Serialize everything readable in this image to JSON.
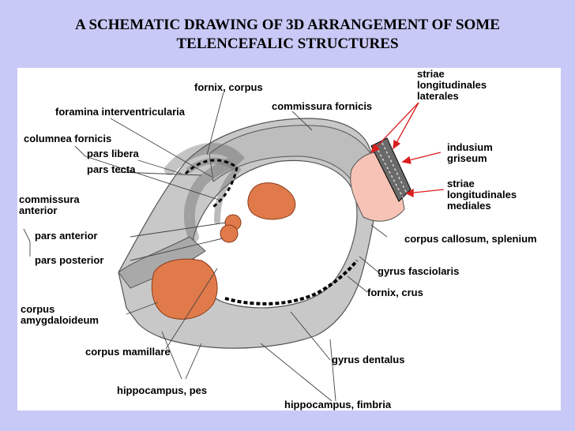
{
  "title": {
    "line1": "A SCHEMATIC DRAWING OF 3D ARRANGEMENT OF SOME",
    "line2": "TELENCEFALIC STRUCTURES"
  },
  "colors": {
    "background": "#c9c9f7",
    "panel": "#ffffff",
    "gray_structure": "#c8c8c8",
    "orange_structure": "#e07a4a",
    "splenium_pink": "#f6c3b6",
    "arrow_red": "#d91f1f"
  },
  "labels": {
    "fornix_corpus": "fornix, corpus",
    "foramina_interventricularia": "foramina interventricularia",
    "commissura_fornicis": "commissura fornicis",
    "striae_longitudinales_laterales": "striae\nlongitudinales\nlaterales",
    "columnea_fornicis": "columnea fornicis",
    "pars_libera": "pars libera",
    "pars_tecta": "pars tecta",
    "indusium_griseum": "indusium\ngriseum",
    "commissura_anterior": "commissura\nanterior",
    "striae_longitudinales_mediales": "striae\nlongitudinales\nmediales",
    "pars_anterior": "pars anterior",
    "pars_posterior": "pars posterior",
    "corpus_callosum_splenium": "corpus callosum, splenium",
    "gyrus_fasciolaris": "gyrus fasciolaris",
    "corpus_amygdaloideum": "corpus\namygdaloideum",
    "fornix_crus": "fornix, crus",
    "corpus_mamillare": "corpus mamillare",
    "gyrus_dentalus": "gyrus dentalus",
    "hippocampus_pes": "hippocampus, pes",
    "hippocampus_fimbria": "hippocampus, fimbria"
  }
}
